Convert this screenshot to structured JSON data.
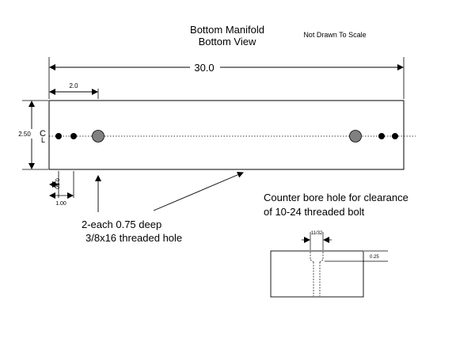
{
  "drawing": {
    "title_line1": "Bottom Manifold",
    "title_line2": "Bottom View",
    "scale_note": "Not Drawn To Scale"
  },
  "dimensions": {
    "overall_length": "30.0",
    "hole_offset": "2.0",
    "height": "2.50",
    "small_hole_1": "0.50",
    "small_hole_2": "1.00",
    "centerline_symbol": "C L"
  },
  "callouts": {
    "threaded_hole_line1": "2-each 0.75 deep",
    "threaded_hole_line2": "3/8x16 threaded hole",
    "counterbore_line1": "Counter bore hole for clearance",
    "counterbore_line2": "of 10-24 threaded bolt"
  },
  "detail": {
    "width": "11/32",
    "depth": "0.25"
  },
  "colors": {
    "line": "#000000",
    "large_hole_fill": "#808080"
  }
}
